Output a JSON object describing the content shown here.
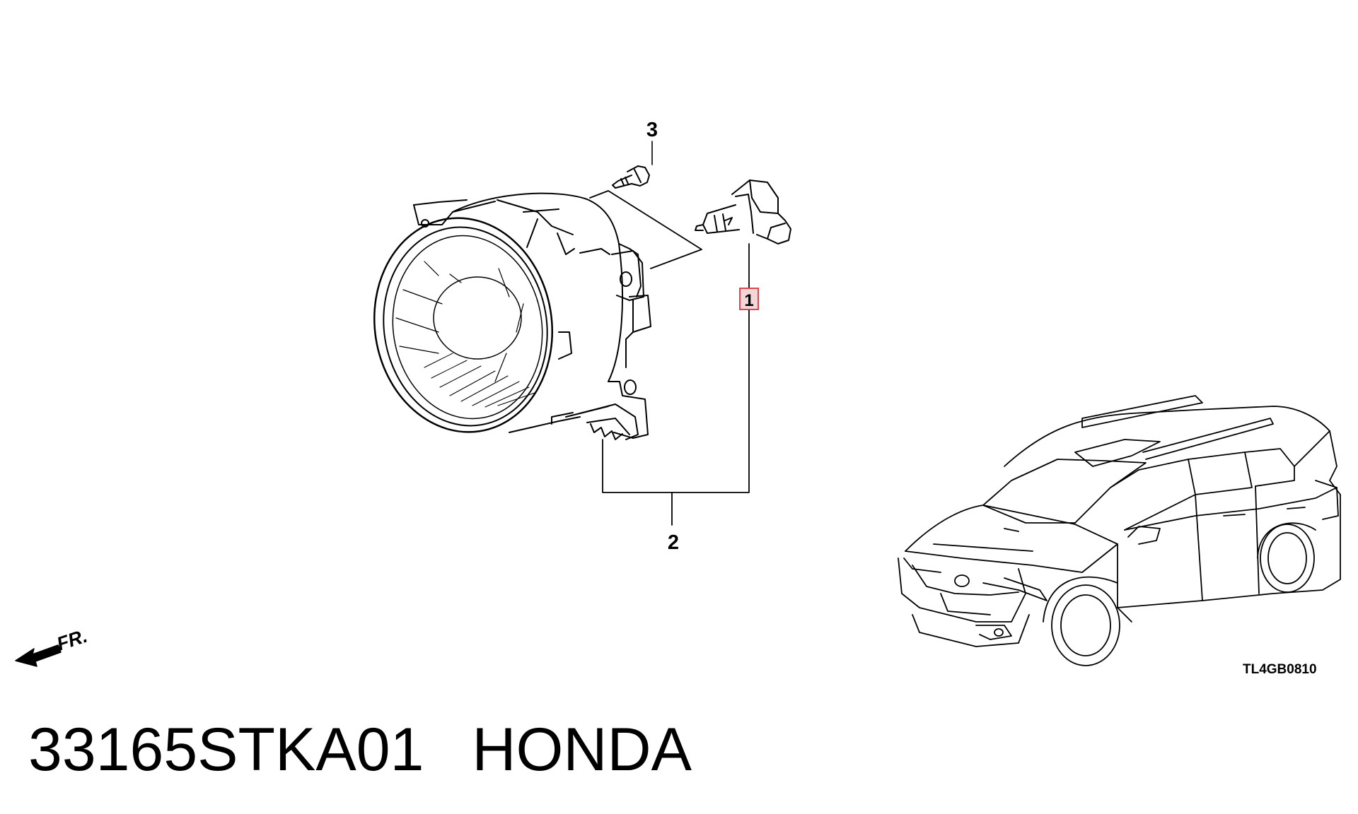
{
  "diagram": {
    "callouts": {
      "bulb": "1",
      "fog_light_unit": "2",
      "screw": "3"
    },
    "direction_label": "FR.",
    "diagram_code": "TL4GB0810",
    "highlight_color": "#d9363e"
  },
  "footer": {
    "part_number": "33165STKA01",
    "brand": "HONDA"
  }
}
